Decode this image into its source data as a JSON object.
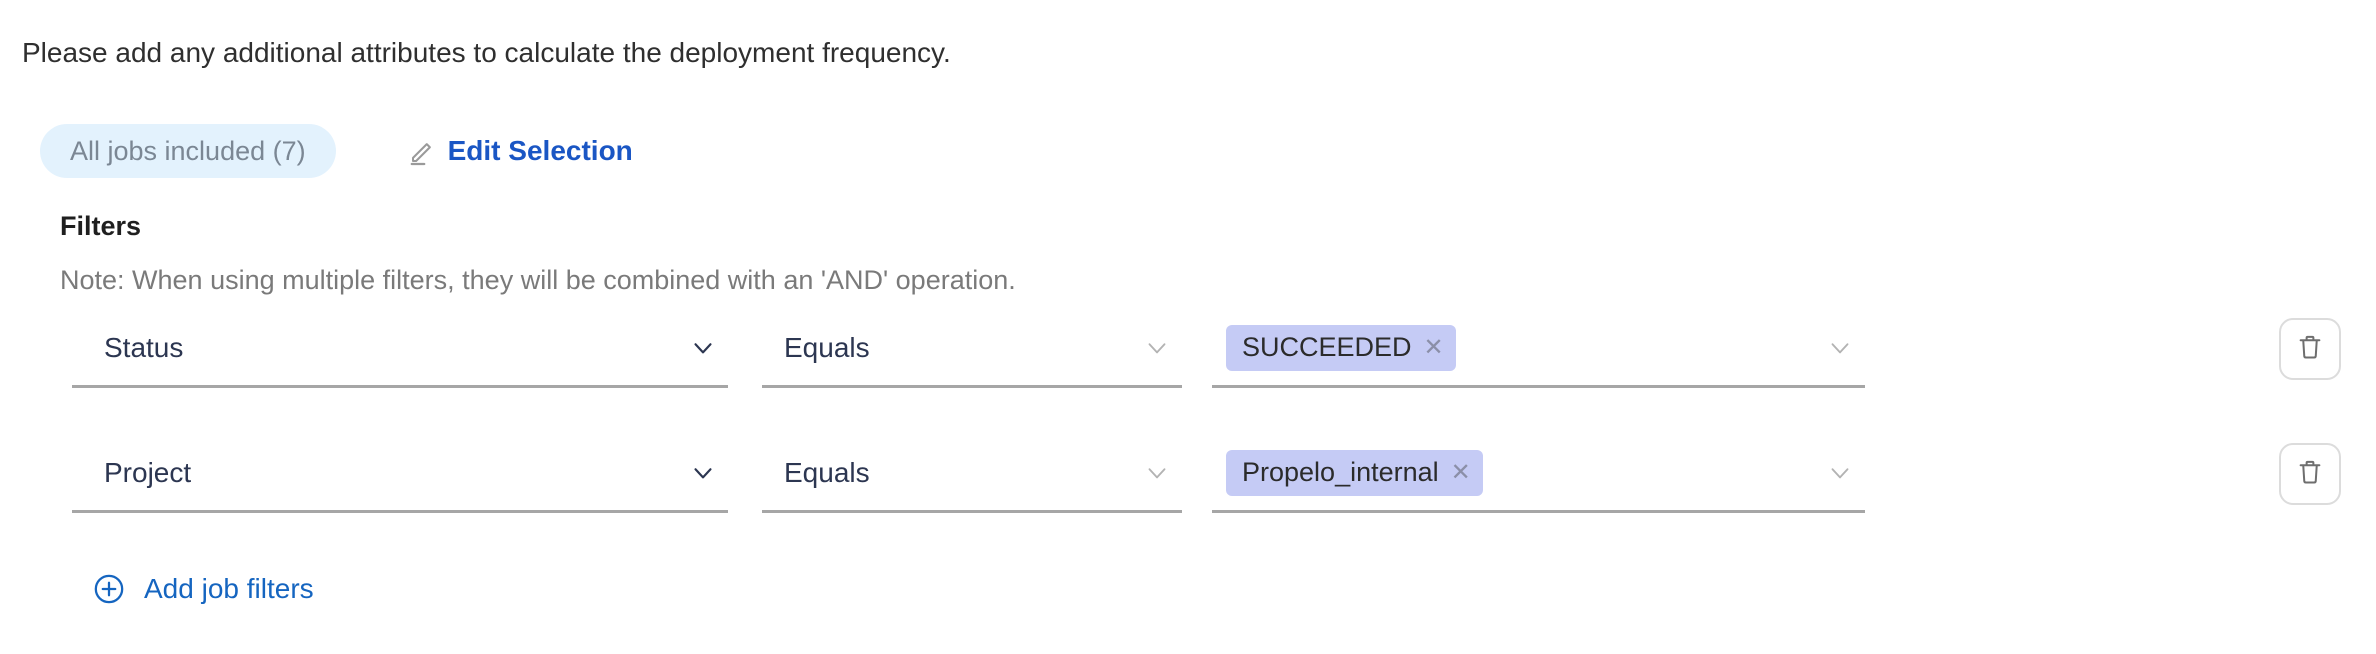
{
  "intro": {
    "text": "Please add any additional attributes to calculate the deployment frequency."
  },
  "selection": {
    "jobs_chip_label": "All jobs included (7)",
    "edit_link_label": "Edit Selection",
    "edit_icon": "pencil-icon",
    "chip_bg": "#e3f2fd",
    "chip_text_color": "#7b8794",
    "link_color": "#1a56c4"
  },
  "filters": {
    "title": "Filters",
    "note": "Note: When using multiple filters, they will be combined with an 'AND' operation.",
    "rows": [
      {
        "attribute": "Status",
        "operator": "Equals",
        "values": [
          {
            "label": "SUCCEEDED",
            "remove_icon": "close-icon"
          }
        ],
        "attribute_chevron": "chevron-down-icon",
        "operator_chevron": "chevron-down-icon",
        "value_chevron": "chevron-down-icon",
        "delete_icon": "trash-icon"
      },
      {
        "attribute": "Project",
        "operator": "Equals",
        "values": [
          {
            "label": "Propelo_internal",
            "remove_icon": "close-icon"
          }
        ],
        "attribute_chevron": "chevron-down-icon",
        "operator_chevron": "chevron-down-icon",
        "value_chevron": "chevron-down-icon",
        "delete_icon": "trash-icon"
      }
    ],
    "token_bg": "#c5cbf5",
    "token_text_color": "#2b2b2b",
    "underline_color": "#a6a6a6"
  },
  "add_filters": {
    "label": "Add job filters",
    "icon": "plus-circle-icon",
    "color": "#1565c0"
  }
}
